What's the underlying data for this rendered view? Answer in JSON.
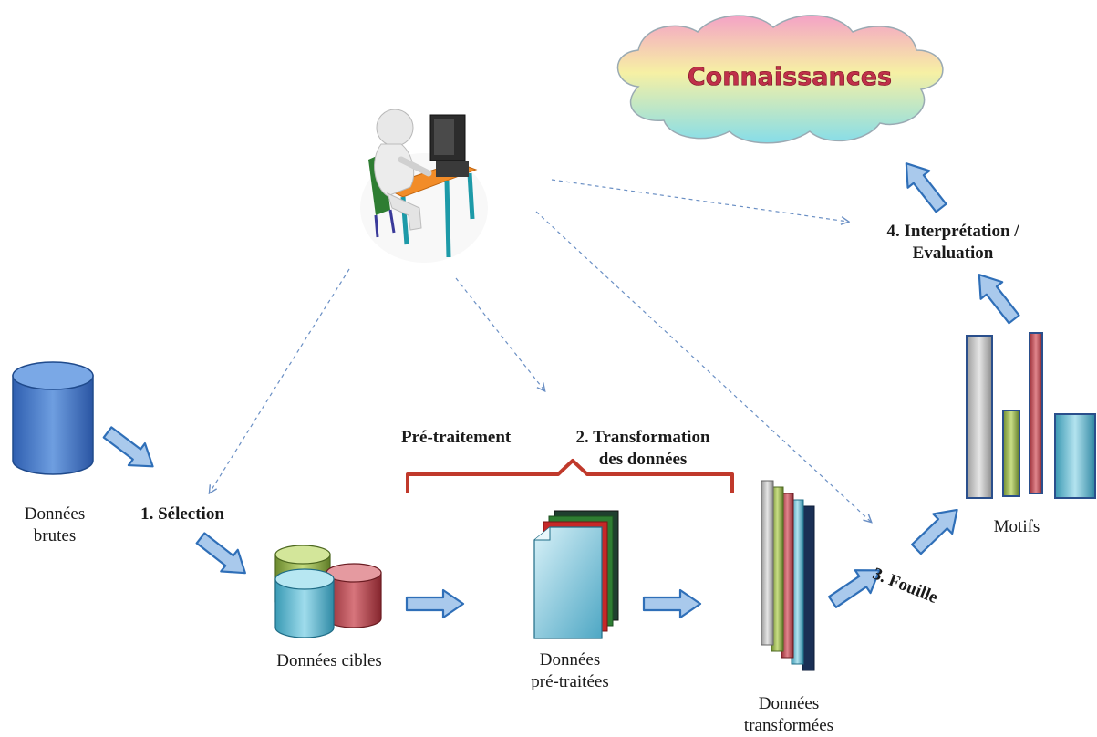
{
  "cloud": {
    "text": "Connaissances"
  },
  "labels": {
    "donnees_brutes": "Données\nbrutes",
    "selection": "1. Sélection",
    "pretraitement": "Pré-traitement",
    "transformation": "2.    Transformation\ndes données",
    "donnees_cibles": "Données cibles",
    "donnees_pretraitees": "Données\npré-traitées",
    "donnees_transformees": "Données\ntransformées",
    "fouille": "3. Fouille",
    "motifs": "Motifs",
    "interpretation": "4. Interprétation  /\nEvaluation"
  },
  "icons": {
    "user": "user-at-computer-icon",
    "database": "database-icon",
    "target_data": "multi-database-icon",
    "documents": "document-stack-icon",
    "transformed": "layered-panels-icon",
    "patterns": "bar-patterns-icon"
  },
  "colors": {
    "arrow_fill": "#a9c9ec",
    "arrow_stroke": "#2f6fb8",
    "bracket": "#c0392b",
    "dashed": "#6a8fc4",
    "cloud_top": "#f7a6c8",
    "cloud_mid": "#f7f2a0",
    "cloud_bottom": "#8fe3f0"
  }
}
